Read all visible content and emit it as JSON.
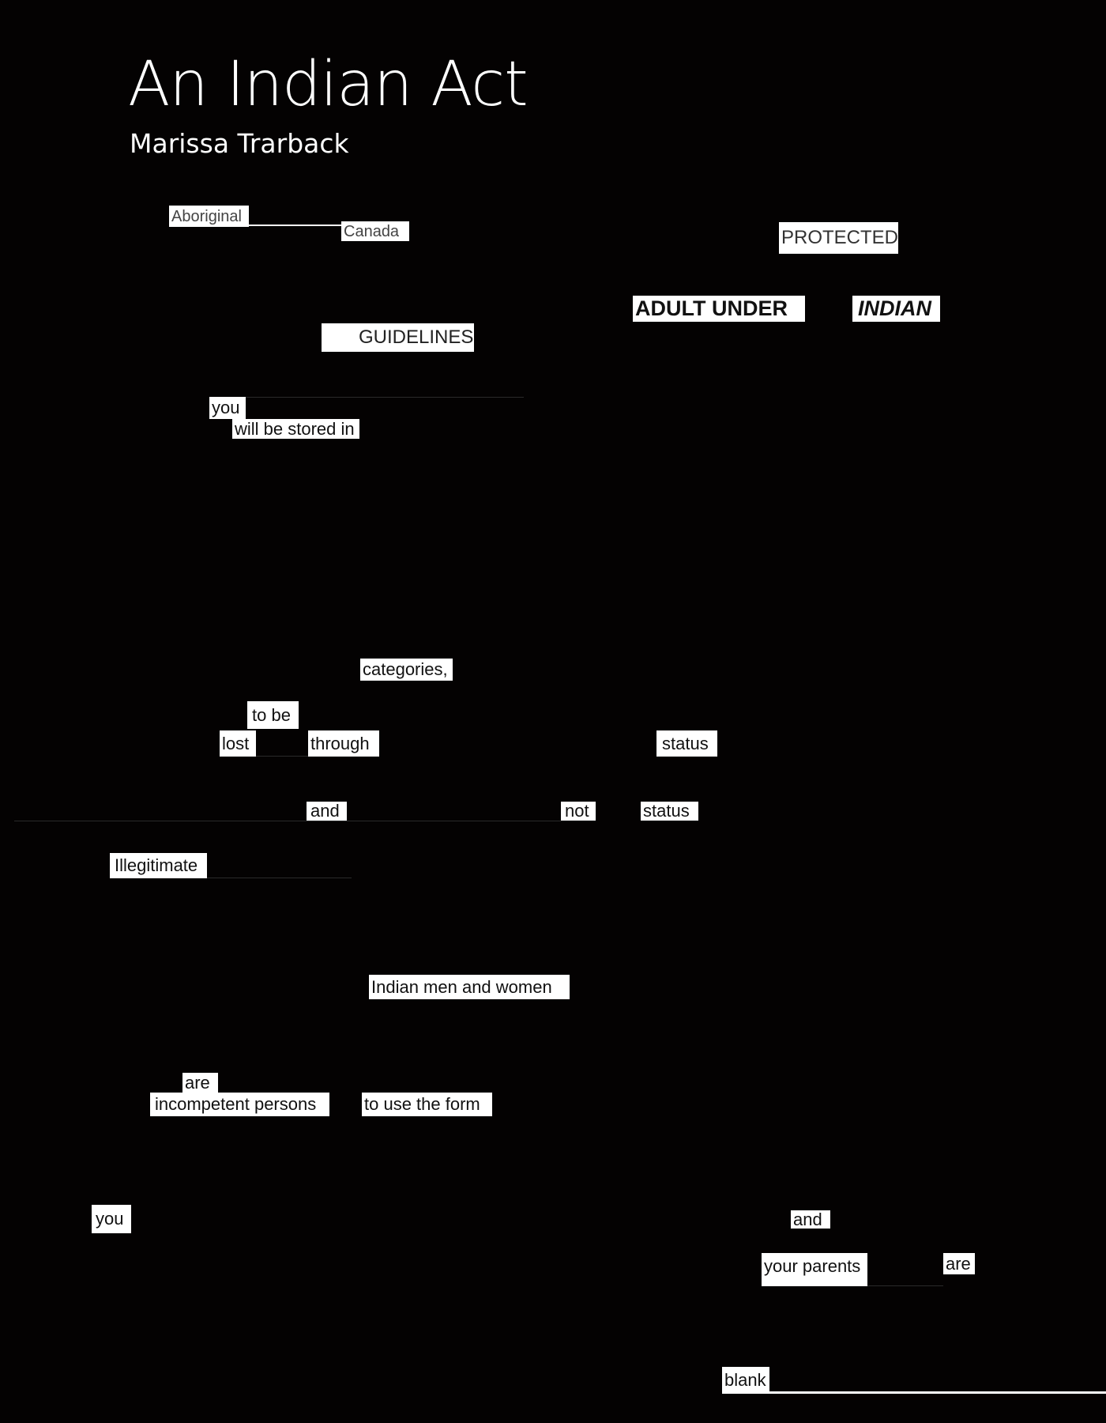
{
  "header": {
    "title": "An Indian Act",
    "author": "Marissa Trarback"
  },
  "poem": {
    "w1": "Aboriginal",
    "w2": "Canada",
    "w3": "PROTECTED",
    "w4": "ADULT UNDER",
    "w5": "INDIAN",
    "w6": "GUIDELINES",
    "w7": "you",
    "w8": "will be stored in",
    "w9": "categories,",
    "w10": "to be",
    "w11": "lost",
    "w12": "through",
    "w13": "status",
    "w14": "and",
    "w15": "not",
    "w16": "status",
    "w17": "Illegitimate",
    "w18": "Indian men and women",
    "w19": "are",
    "w20": "incompetent persons",
    "w21": "to use the form",
    "w22": "you",
    "w23": "and",
    "w24": "your parents",
    "w25": "are",
    "w26": "blank"
  }
}
